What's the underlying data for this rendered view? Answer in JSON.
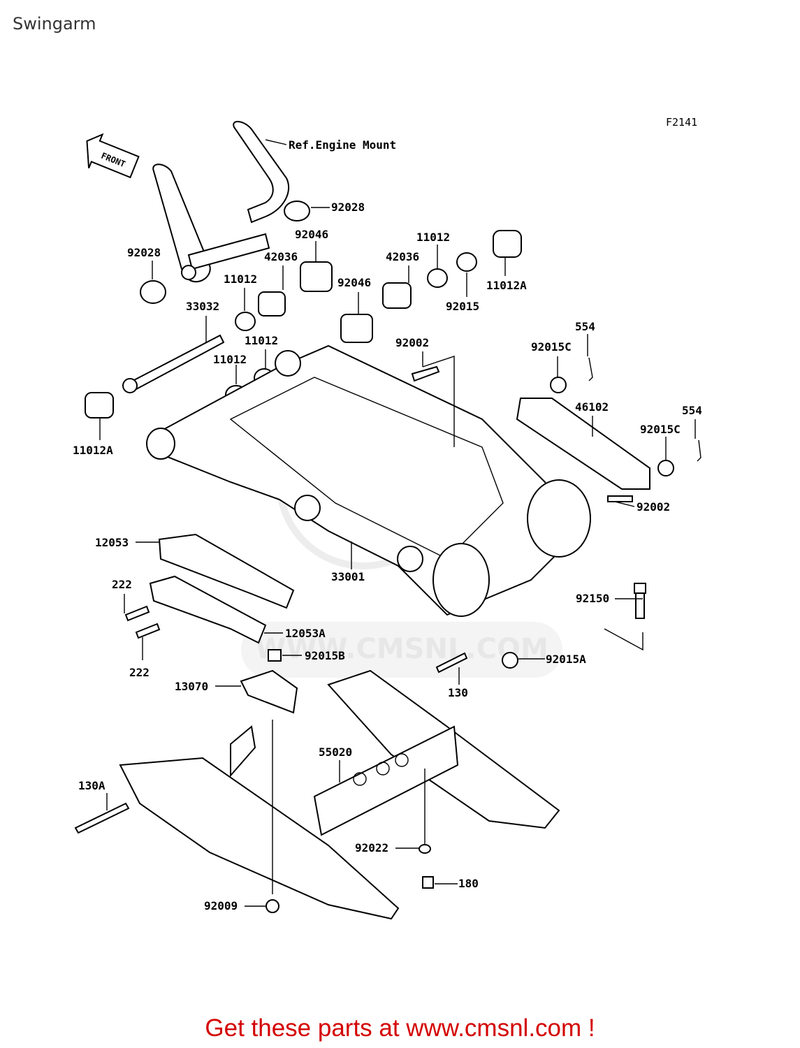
{
  "page": {
    "title": "Swingarm",
    "figure_code": "F2141",
    "cta": "Get these parts at www.cmsnl.com !",
    "watermark": "WWW.CMSNL.COM",
    "front_arrow": "FRONT"
  },
  "labels": {
    "ref_engine_mount": "Ref.Engine Mount",
    "p92028_top": "92028",
    "p92028_left": "92028",
    "p92046_top": "92046",
    "p92046_mid": "92046",
    "p42036_left": "42036",
    "p42036_right": "42036",
    "p11012_a": "11012",
    "p11012_b": "11012",
    "p11012_c": "11012",
    "p11012_d": "11012",
    "p11012A_right": "11012A",
    "p11012A_left": "11012A",
    "p92015": "92015",
    "p33032": "33032",
    "p92002_top": "92002",
    "p92015C_top": "92015C",
    "p554_top": "554",
    "p554_right": "554",
    "p46102": "46102",
    "p92015C_right": "92015C",
    "p92002_right": "92002",
    "p12053": "12053",
    "p33001": "33001",
    "p222_top": "222",
    "p222_bottom": "222",
    "p12053A": "12053A",
    "p92150": "92150",
    "p92015B": "92015B",
    "p92015A": "92015A",
    "p13070": "13070",
    "p130": "130",
    "p55020": "55020",
    "p130A": "130A",
    "p92022": "92022",
    "p180": "180",
    "p92009": "92009"
  }
}
